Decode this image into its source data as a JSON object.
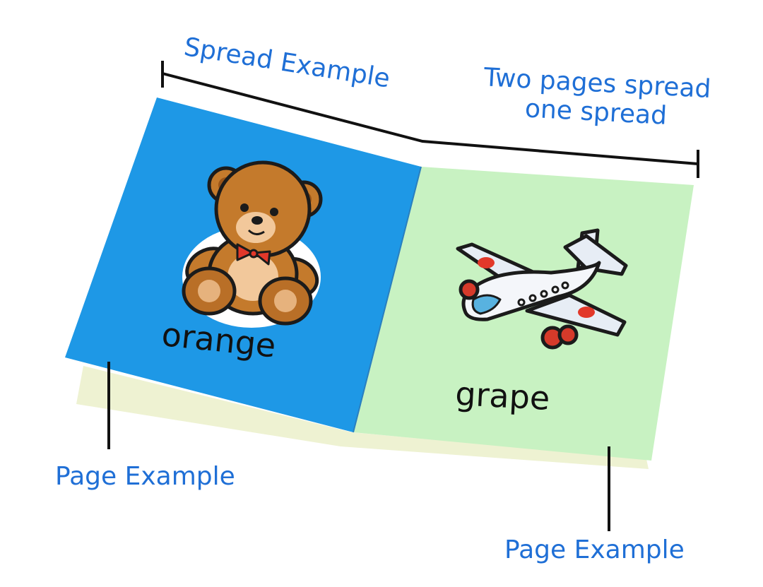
{
  "annotations": {
    "spread_label": "Spread Example",
    "two_pages_line1": "Two pages spread",
    "two_pages_line2": "one spread",
    "page_label_left": "Page Example",
    "page_label_right": "Page Example"
  },
  "book": {
    "left_page": {
      "word": "orange",
      "illustration": "teddy-bear-icon",
      "background_color": "#1e98e6"
    },
    "right_page": {
      "word": "grape",
      "illustration": "airplane-icon",
      "background_color": "#c8f2c2"
    }
  },
  "colors": {
    "annotation_text": "#1f6fd6",
    "bracket_line": "#111111",
    "label_text": "#111111"
  }
}
